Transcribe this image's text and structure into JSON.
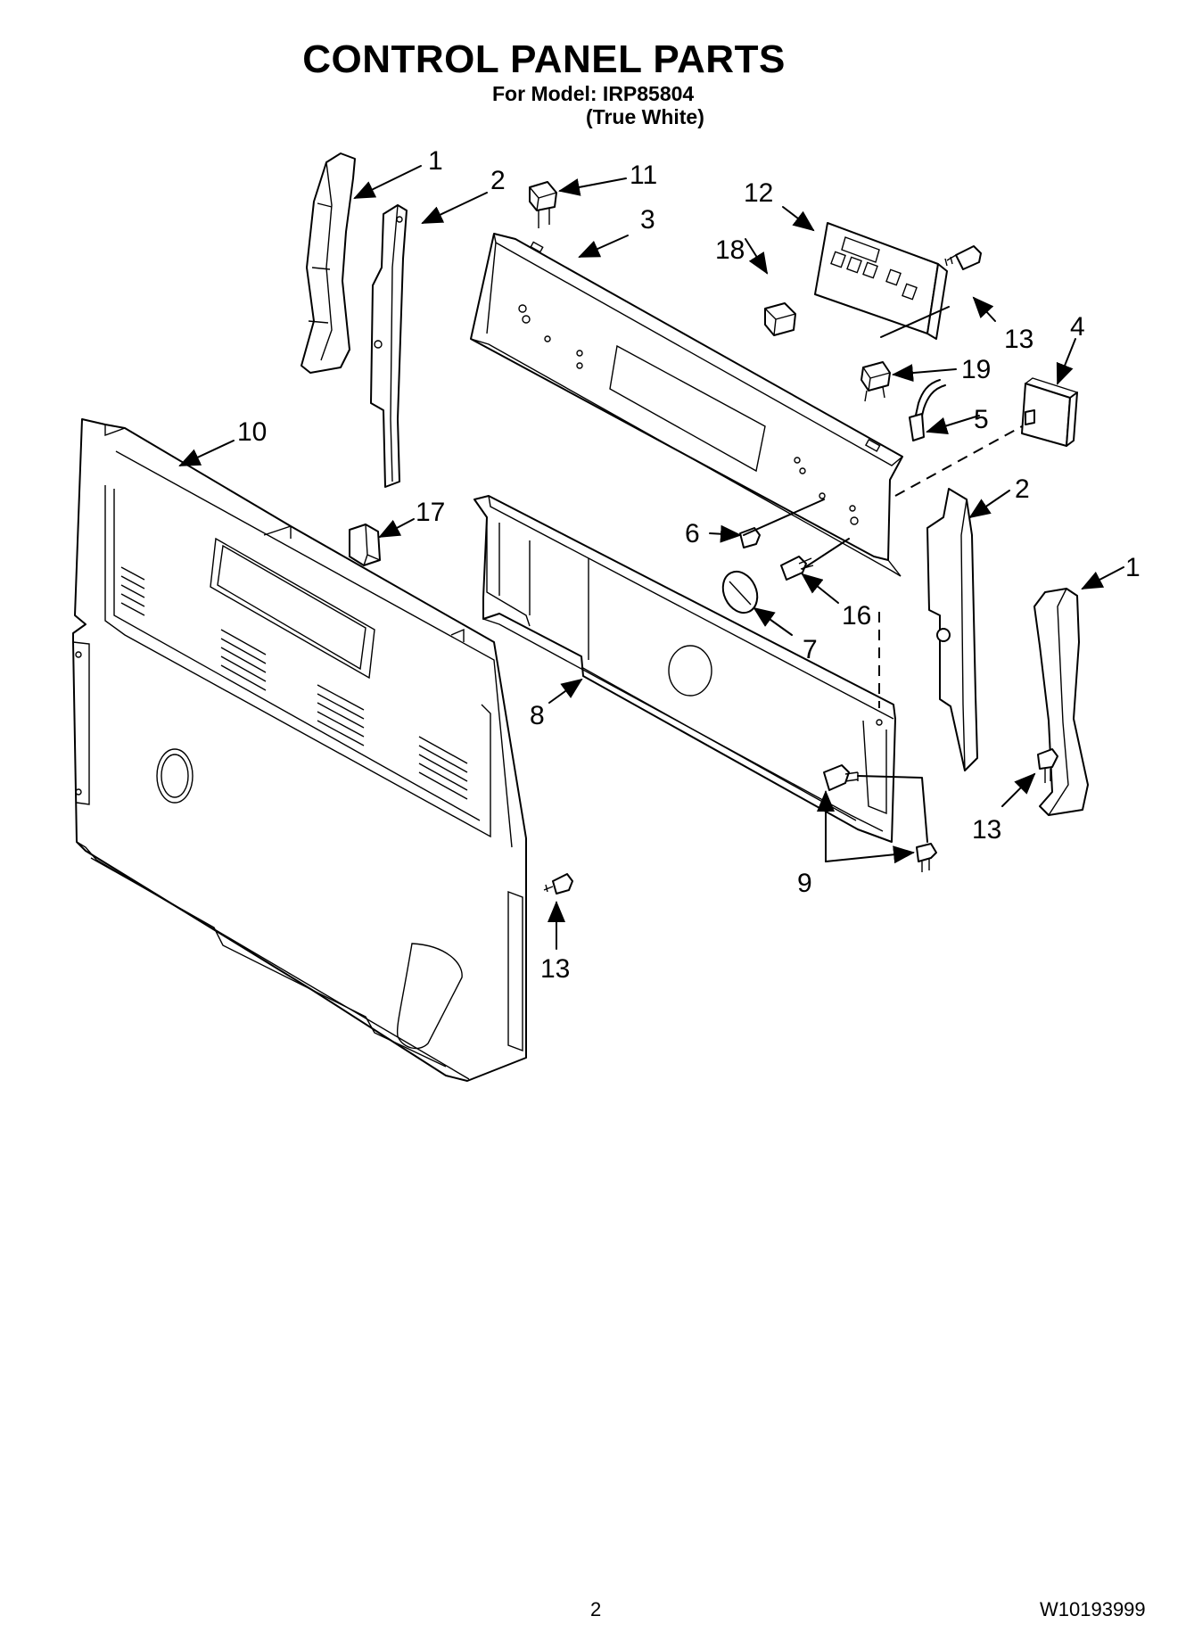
{
  "header": {
    "title": "CONTROL PANEL PARTS",
    "model_line": "For Model: IRP85804",
    "variant": "(True White)"
  },
  "footer": {
    "page_number": "2",
    "document_number": "W10193999"
  },
  "callouts": {
    "c1_left": "1",
    "c2_left": "2",
    "c11": "11",
    "c3": "3",
    "c12": "12",
    "c18": "18",
    "c13_top": "13",
    "c4": "4",
    "c19": "19",
    "c5": "5",
    "c10": "10",
    "c17": "17",
    "c2_right": "2",
    "c6": "6",
    "c1_right": "1",
    "c16": "16",
    "c7": "7",
    "c8": "8",
    "c13_right": "13",
    "c9": "9",
    "c13_bottom": "13"
  }
}
